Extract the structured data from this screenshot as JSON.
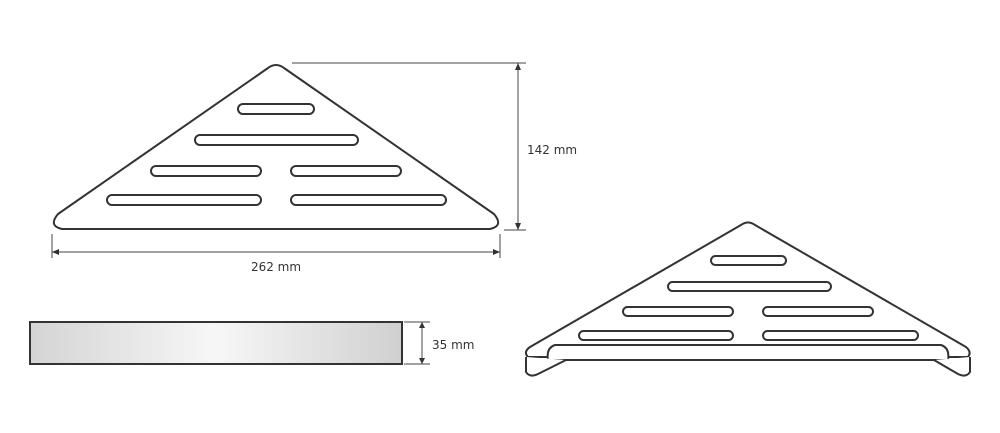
{
  "dimensions": {
    "height_label": "142 mm",
    "width_label": "262 mm",
    "depth_label": "35 mm"
  },
  "colors": {
    "line": "#333333",
    "background": "#ffffff"
  }
}
